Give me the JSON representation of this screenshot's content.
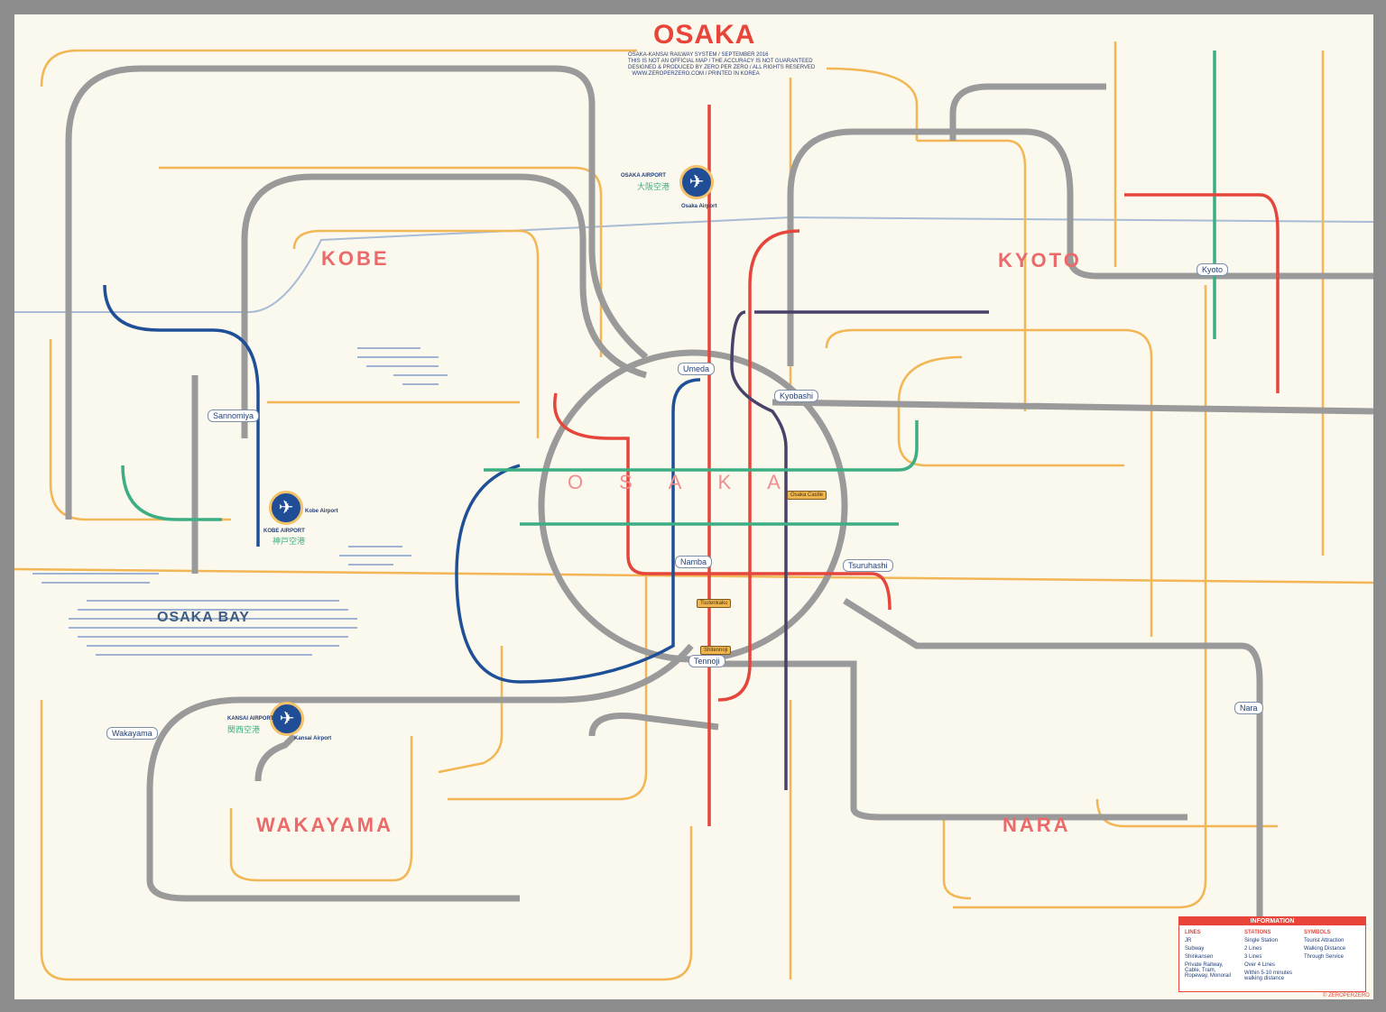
{
  "header": {
    "title": "OSAKA",
    "subtitle_lines": [
      "OSAKA-KANSAI RAILWAY SYSTEM / SEPTEMBER 2016",
      "THIS IS NOT AN OFFICIAL MAP / THE ACCURACY IS NOT GUARANTEED",
      "DESIGNED & PRODUCED BY ZERO PER ZERO / ALL RIGHTS RESERVED",
      "WWW.ZEROPERZERO.COM / PRINTED IN KOREA"
    ]
  },
  "regions": {
    "kobe": "KOBE",
    "kyoto": "KYOTO",
    "wakayama": "WAKAYAMA",
    "nara": "NARA",
    "osaka_center": "OSAKA",
    "osaka_bay": "OSAKA BAY"
  },
  "airports": [
    {
      "name": "OSAKA AIRPORT",
      "name_jp": "大阪空港",
      "station": "Osaka Airport"
    },
    {
      "name": "KOBE AIRPORT",
      "name_jp": "神戸空港",
      "station": "Kobe Airport"
    },
    {
      "name": "KANSAI AIRPORT",
      "name_jp": "関西空港",
      "station": "Kansai Airport"
    }
  ],
  "hubs": {
    "umeda": "Umeda",
    "kyobashi": "Kyobashi",
    "namba": "Namba",
    "tsuruhashi": "Tsuruhashi",
    "tennoji": "Tennoji",
    "kyoto": "Kyoto",
    "nara": "Nara",
    "sannomiya": "Sannomiya",
    "wakayama": "Wakayama"
  },
  "landmarks": {
    "osaka_castle": "Osaka Castle",
    "tsutenkaku": "Tsutenkaku",
    "shitennoji": "Shitennoji"
  },
  "legend": {
    "title": "INFORMATION",
    "lines_header": "LINES",
    "lines": [
      "JR",
      "Subway",
      "Shinkansen",
      "Private Railway, Cable, Tram, Ropeway, Monorail"
    ],
    "stations_header": "STATIONS",
    "stations": [
      "Single Station",
      "2 Lines",
      "3 Lines",
      "Over 4 Lines",
      "Within 5-10 minutes walking distance"
    ],
    "symbols_header": "SYMBOLS",
    "symbols": [
      "Tourist Attraction",
      "Walking Distance",
      "Through Service"
    ],
    "copyright": "© ZEROPERZERO"
  },
  "colors": {
    "jr": "#9a9a9a",
    "private": "#f2b654",
    "subway_red": "#e5463b",
    "subway_blue": "#1e4f97",
    "subway_purple": "#4a4168",
    "subway_green": "#3dae84",
    "shinkansen": "#a8bcd6",
    "background": "#fbf8ee"
  }
}
